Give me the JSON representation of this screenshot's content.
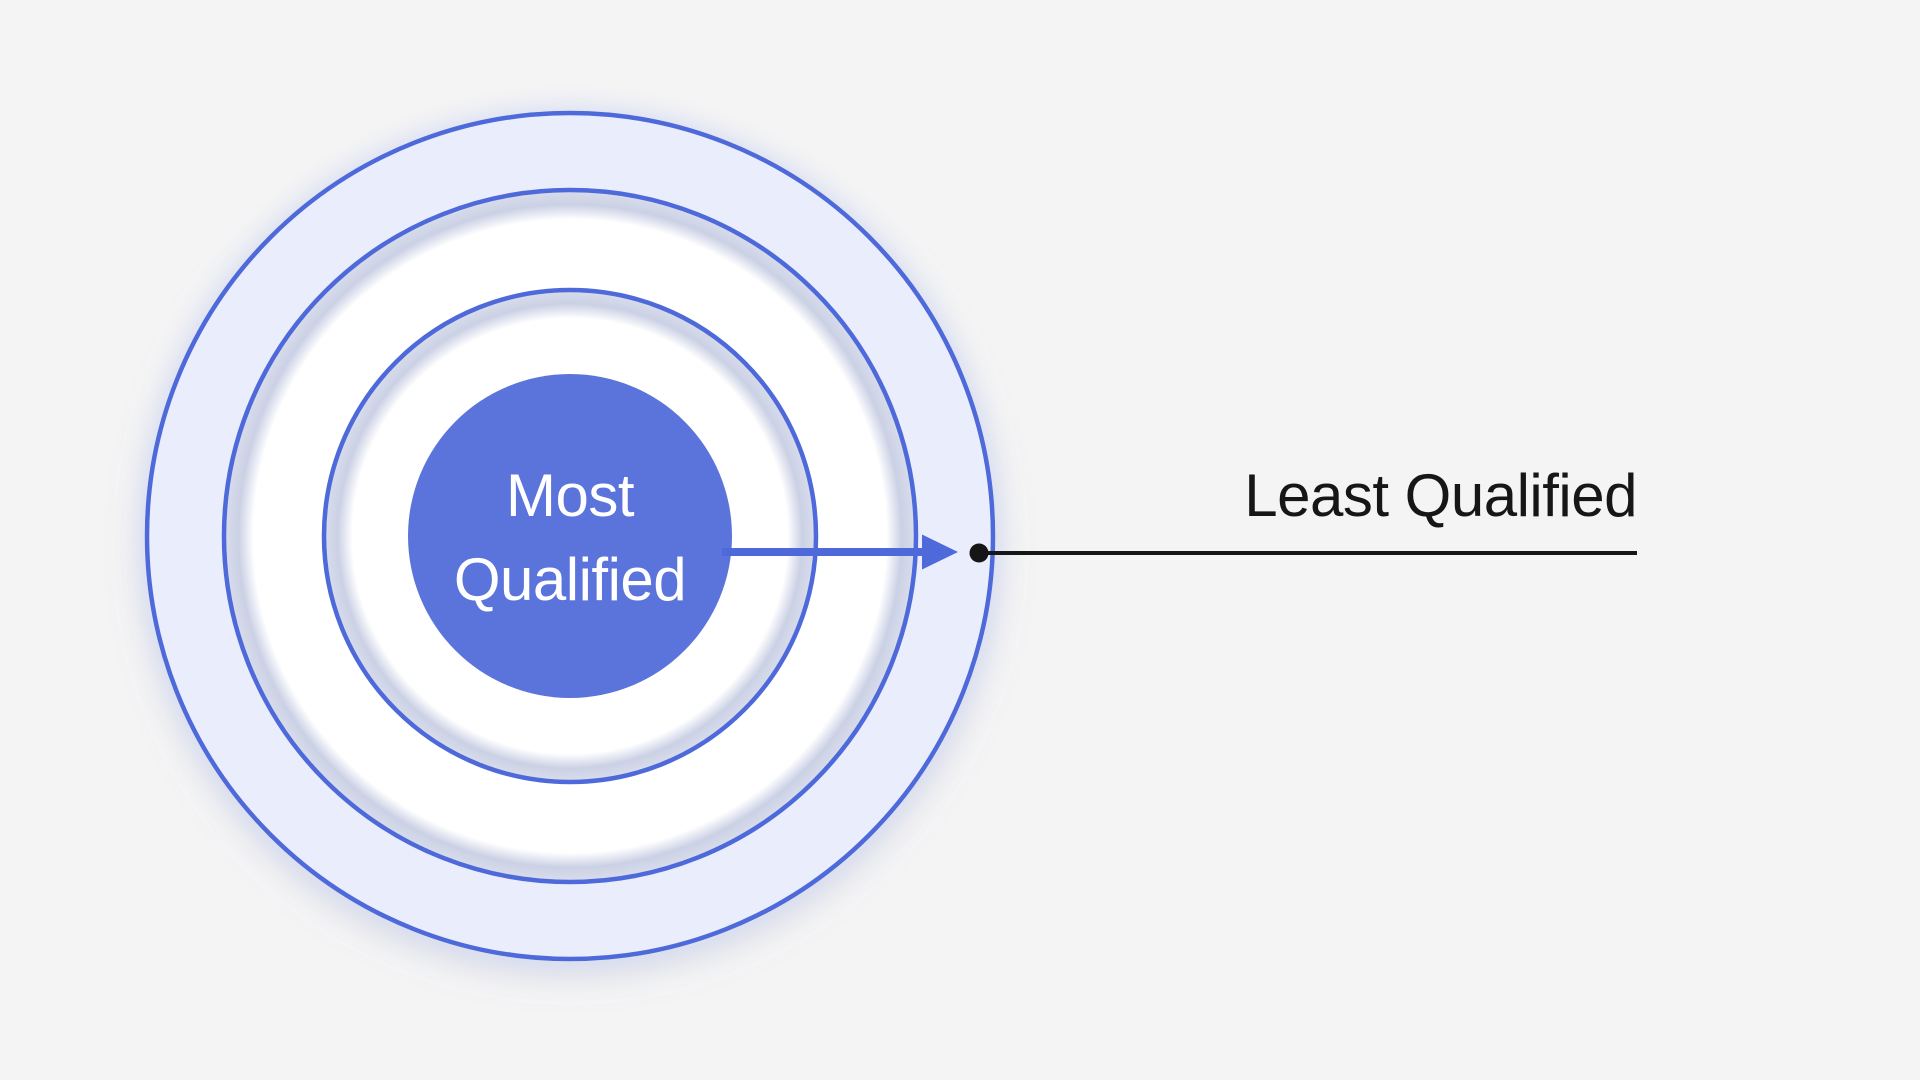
{
  "diagram": {
    "type": "concentric-circles",
    "ring_count": 4,
    "center_label": "Most Qualified",
    "outer_label": "Least Qualified",
    "colors": {
      "background": "#F4F4F5",
      "ring_stroke": "#4E69DA",
      "center_circle_fill": "#5B74DB",
      "outer_ring_fill": "#E9EDFC",
      "white_ring_fill": "#FFFFFF",
      "ring_inner_shadow": "#CBD1E5",
      "connector_black": "#161616",
      "center_text": "#FFFFFF"
    }
  }
}
